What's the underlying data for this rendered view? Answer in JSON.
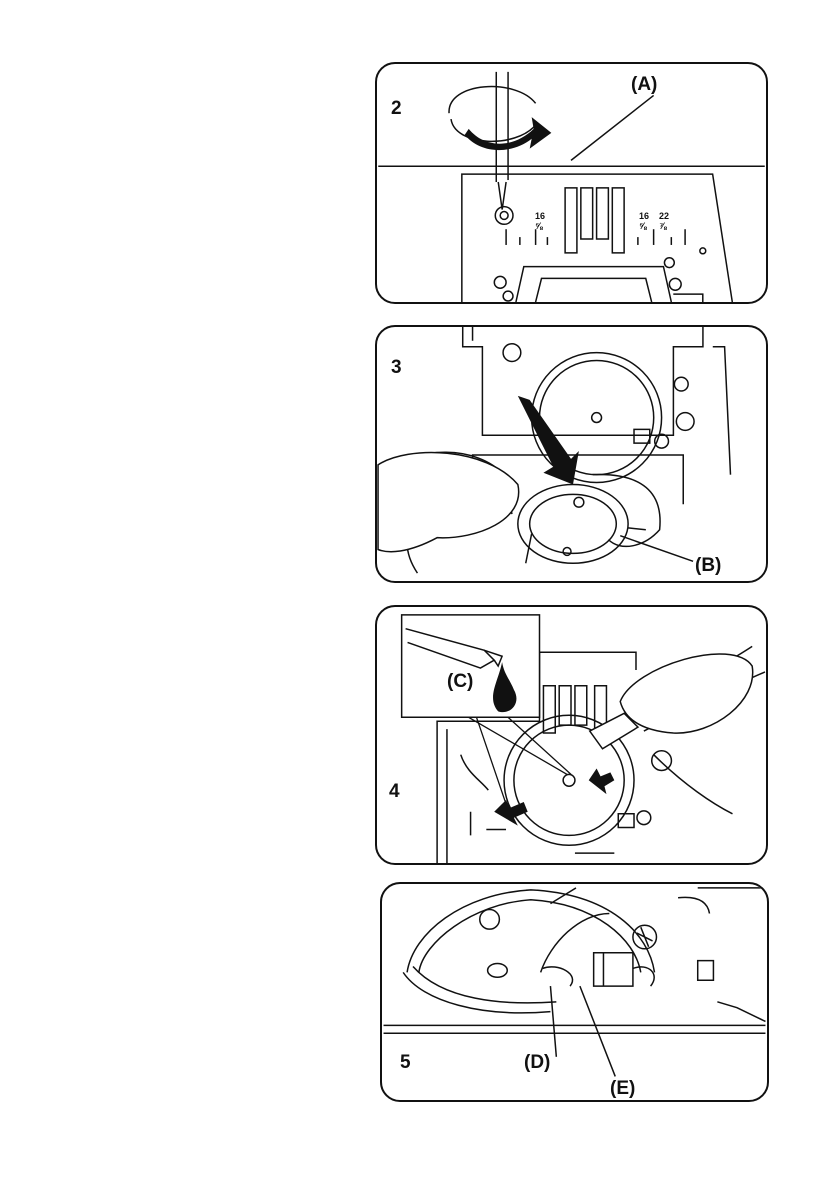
{
  "figures": [
    {
      "step": "2",
      "labels": [
        "(A)"
      ],
      "scale_marks": [
        "16",
        "⅝",
        "16",
        "⅝",
        "22",
        "⅞"
      ]
    },
    {
      "step": "3",
      "labels": [
        "(B)"
      ]
    },
    {
      "step": "4",
      "labels": [
        "(C)"
      ]
    },
    {
      "step": "5",
      "labels": [
        "(D)",
        "(E)"
      ]
    }
  ],
  "colors": {
    "ink": "#111111",
    "paper": "#ffffff"
  }
}
